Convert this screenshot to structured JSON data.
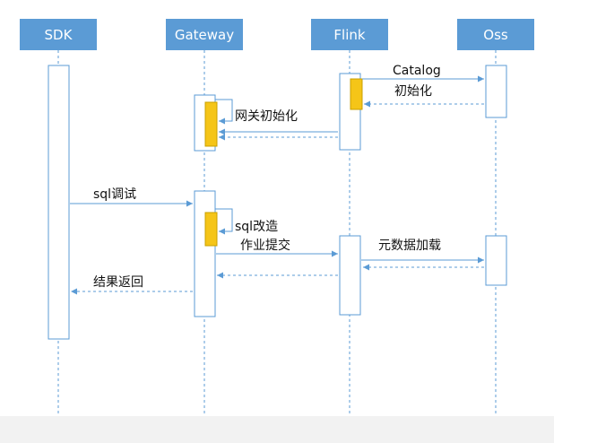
{
  "actors": [
    {
      "id": "sdk",
      "label": "SDK"
    },
    {
      "id": "gateway",
      "label": "Gateway"
    },
    {
      "id": "flink",
      "label": "Flink"
    },
    {
      "id": "oss",
      "label": "Oss"
    }
  ],
  "messages": {
    "catalog_line1": "Catalog",
    "catalog_line2": "初始化",
    "gateway_init": "网关初始化",
    "sql_debug": "sql调试",
    "sql_rewrite": "sql改造",
    "job_submit": "作业提交",
    "metadata_load": "元数据加载",
    "result_return": "结果返回"
  },
  "colors": {
    "actor_fill": "#5B9BD5",
    "line": "#5B9BD5",
    "activation_fill": "#F5C518",
    "activation_border": "#C9A000",
    "bottom_band": "#F2F2F2"
  }
}
